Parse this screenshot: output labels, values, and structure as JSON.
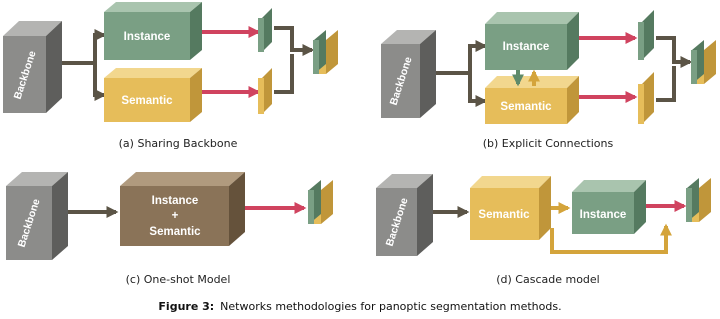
{
  "labels": {
    "backbone": "Backbone",
    "instance": "Instance",
    "semantic": "Semantic",
    "plus": "+"
  },
  "captions": {
    "a": "(a) Sharing Backbone",
    "b": "(b) Explicit Connections",
    "c": "(c) One-shot Model",
    "d": "(d) Cascade model"
  },
  "figure_caption": {
    "label": "Figure 3:",
    "text": "Networks methodologies for panoptic segmentation methods."
  },
  "colors": {
    "backbone_front": "#8c8c8a",
    "backbone_top": "#b4b4b2",
    "backbone_side": "#5e5e5c",
    "instance_front": "#7a9f84",
    "instance_top": "#a9c4ae",
    "instance_side": "#557a60",
    "semantic_front": "#e6bd5a",
    "semantic_top": "#f2d78e",
    "semantic_side": "#c0963a",
    "oneshot_front": "#8a7358",
    "oneshot_top": "#b09a7e",
    "oneshot_side": "#65523b",
    "red_arrow": "#d0435f",
    "dark_arrow": "#5b5446",
    "gold_arrow": "#d4a43b"
  }
}
